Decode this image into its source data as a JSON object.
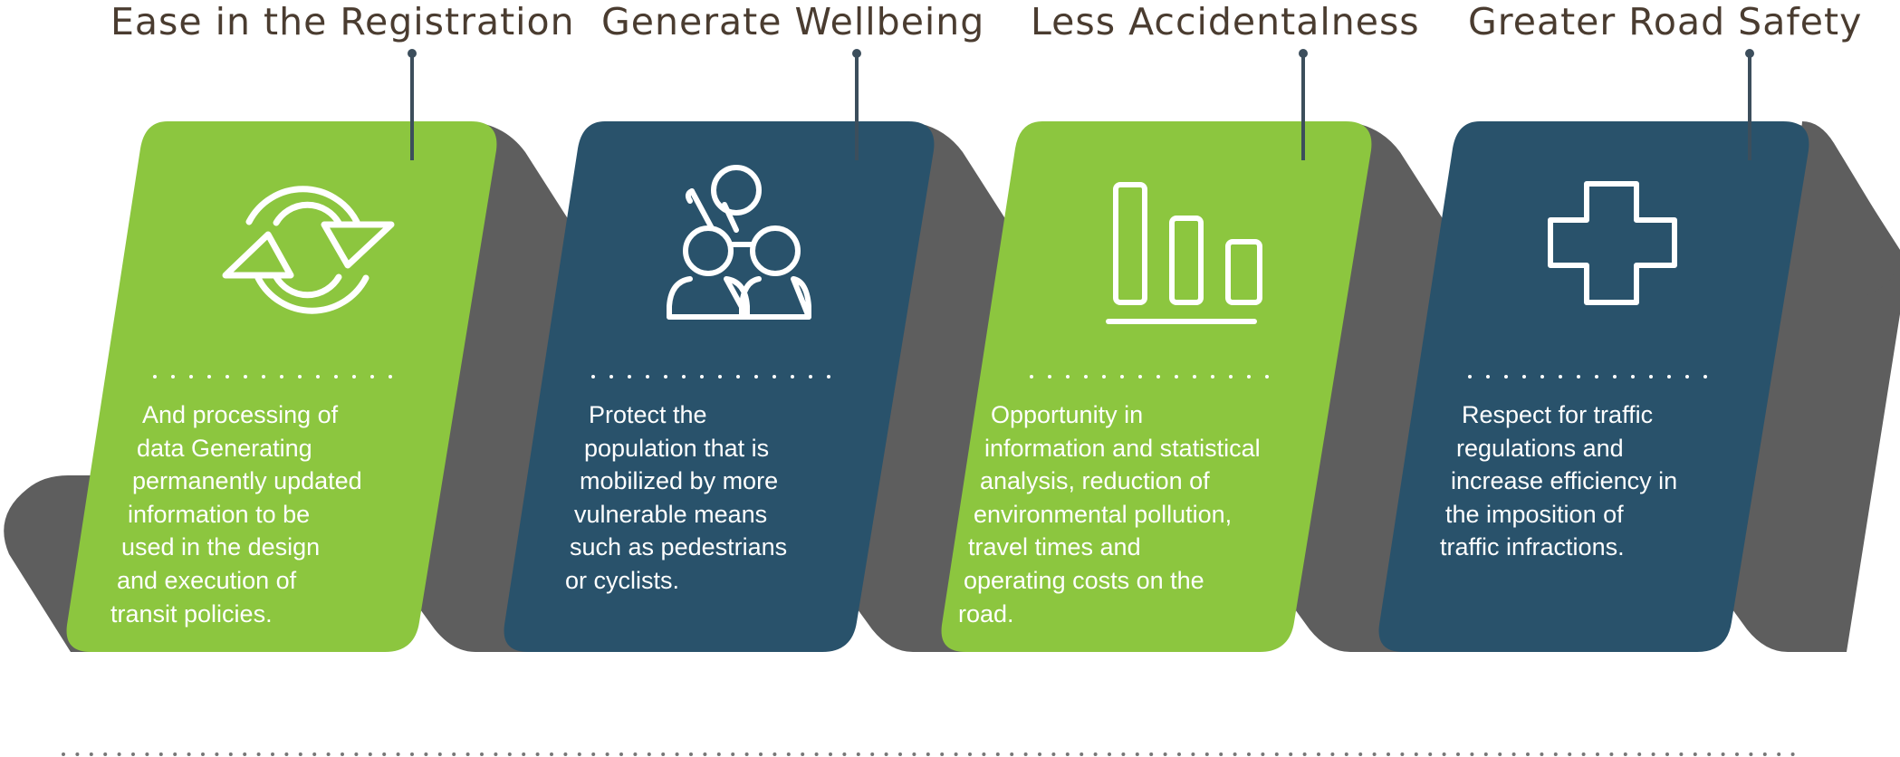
{
  "colors": {
    "green": "#8cc63f",
    "navy": "#29526b",
    "shadow": "#5e5e5e",
    "title": "#4a3c30",
    "connector": "#3c4e5c",
    "text": "#ffffff"
  },
  "steps": [
    {
      "title": "Ease in the Registration",
      "icon": "refresh-arrows-icon",
      "color": "green",
      "lines": [
        "And processing of",
        "data Generating",
        "permanently updated",
        "information to be",
        "used in the design",
        "and execution of",
        "transit policies."
      ]
    },
    {
      "title": "Generate Wellbeing",
      "icon": "people-group-icon",
      "color": "navy",
      "lines": [
        "Protect the",
        "population that is",
        "mobilized by more",
        "vulnerable means",
        "such as pedestrians",
        "or cyclists."
      ]
    },
    {
      "title": "Less Accidentalness",
      "icon": "bar-chart-icon",
      "color": "green",
      "lines": [
        "Opportunity in",
        "information and statistical",
        "analysis, reduction of",
        "environmental pollution,",
        "travel times and",
        "operating costs on the",
        "road."
      ]
    },
    {
      "title": "Greater Road Safety",
      "icon": "plus-cross-icon",
      "color": "navy",
      "lines": [
        "Respect for traffic",
        "regulations and",
        "increase efficiency in",
        "the imposition of",
        "traffic infractions."
      ]
    }
  ]
}
